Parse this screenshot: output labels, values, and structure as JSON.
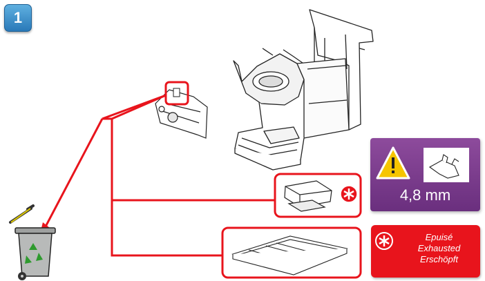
{
  "step": {
    "number": "1"
  },
  "thickness": {
    "label": "4,8 mm",
    "icon": "warning-triangle-icon"
  },
  "notice": {
    "line1": "Epuisé",
    "line2": "Exhausted",
    "line3": "Erschöpft",
    "icon": "red-asterisk-icon"
  },
  "colors": {
    "accent_red": "#e8141c",
    "panel_purple": "#7a3a8c",
    "badge_blue": "#3a8fd0"
  }
}
